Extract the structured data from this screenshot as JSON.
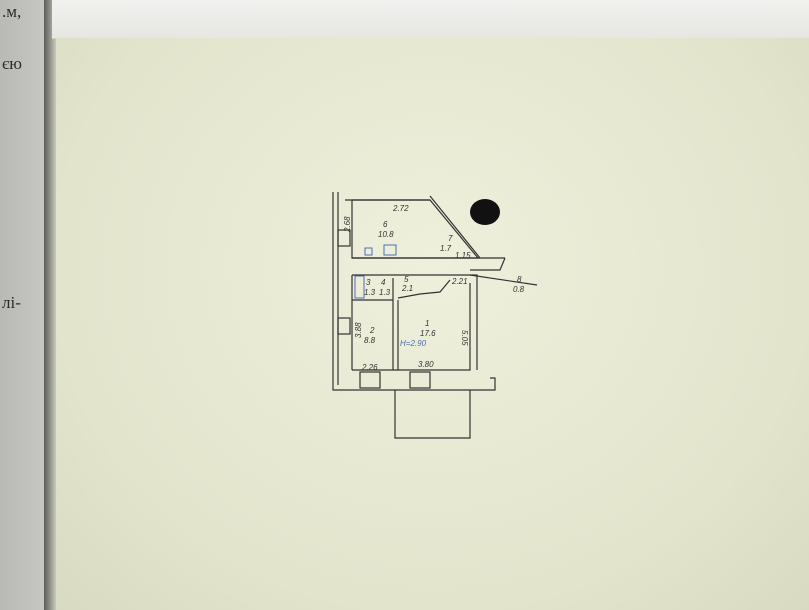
{
  "left_page": {
    "fragments": [
      ".м,",
      "єю",
      "лі-"
    ]
  },
  "floor_plan": {
    "rooms": [
      {
        "number": "1",
        "area": "17.6"
      },
      {
        "number": "2",
        "area": "8.8"
      },
      {
        "number": "3",
        "area": "1.3"
      },
      {
        "number": "4",
        "area": "1.3"
      },
      {
        "number": "5",
        "area": "2.1"
      },
      {
        "number": "6",
        "area": "10.8"
      },
      {
        "number": "7",
        "area": "1.7"
      },
      {
        "number": "8",
        "area": "0.8"
      }
    ],
    "dimensions": {
      "top": "2.72",
      "left_upper": "2.68",
      "left_lower": "3.88",
      "bottom_left": "2.26",
      "bottom_main": "3.80",
      "right": "5.05",
      "corridor": "2.21",
      "small": "1.15"
    },
    "ceiling_height": "H=2.90"
  },
  "colors": {
    "paper": "#e9ead8",
    "ink": "#333333",
    "blue_ink": "#4a6fb0"
  }
}
